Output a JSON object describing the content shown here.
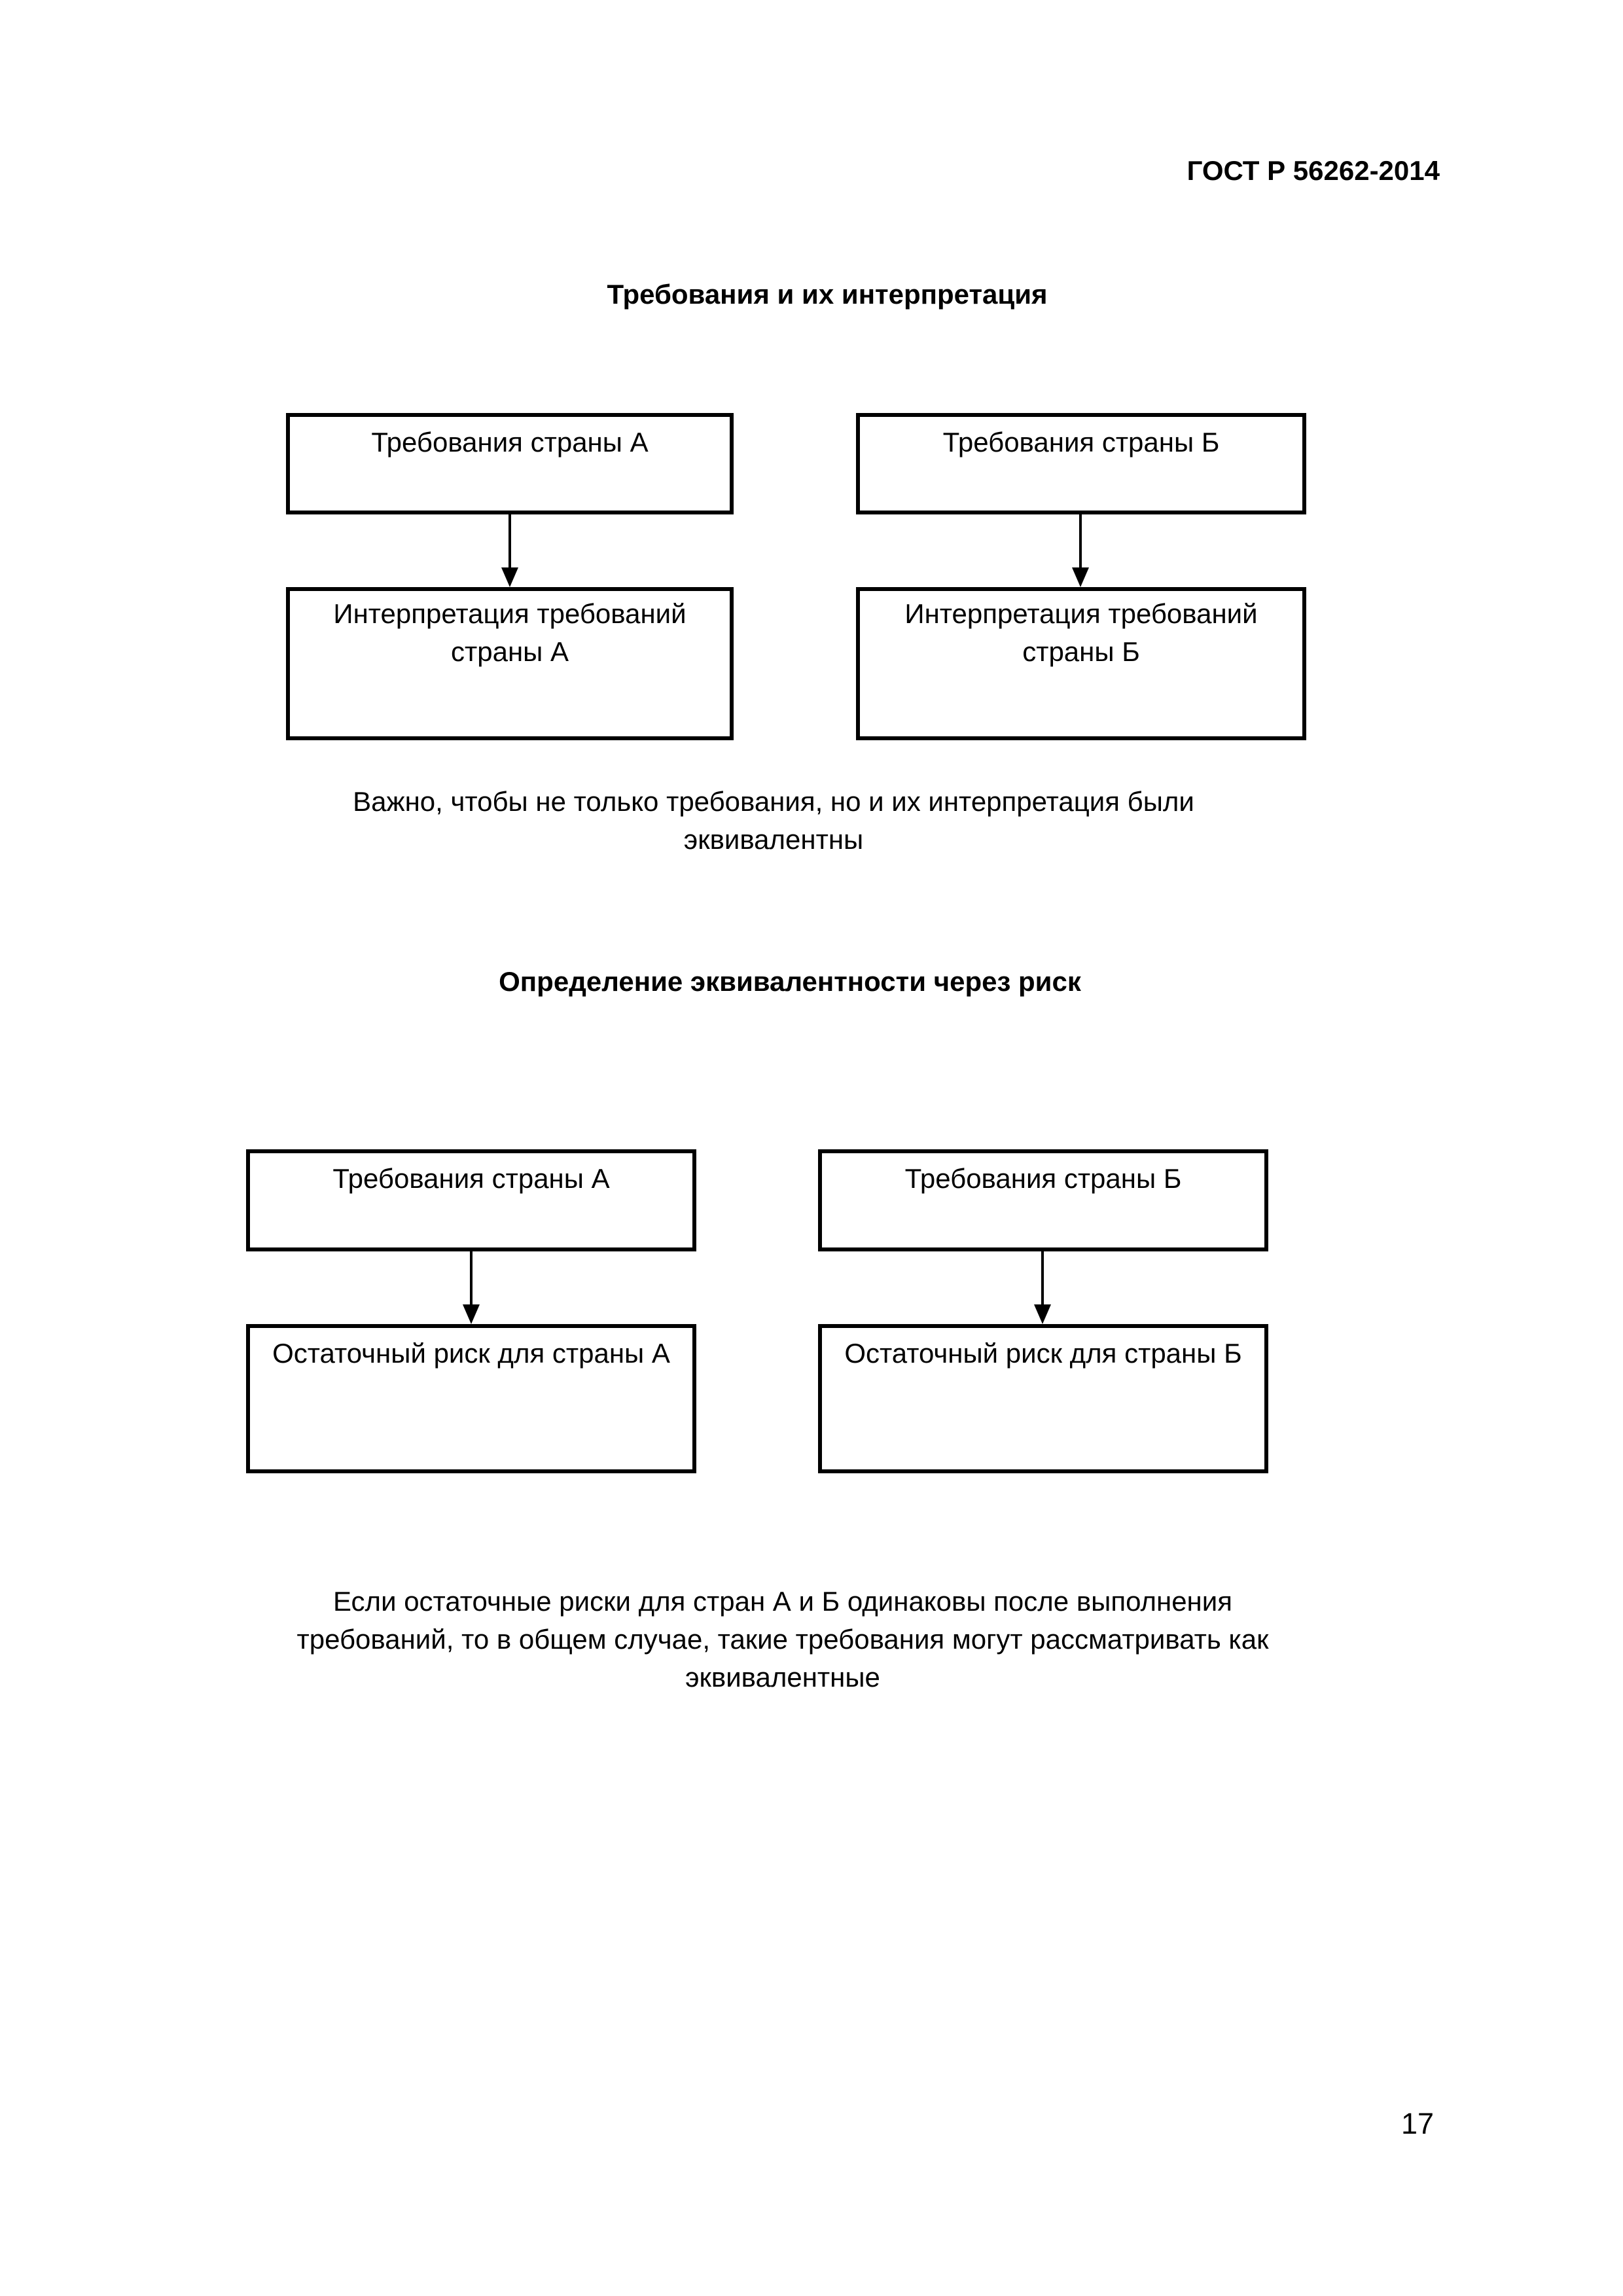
{
  "page": {
    "header": "ГОСТ Р 56262-2014",
    "page_number": "17"
  },
  "colors": {
    "text": "#000000",
    "background": "#ffffff",
    "box_border": "#000000"
  },
  "diagram1": {
    "title": "Требования и их интерпретация",
    "box_req_a": "Требования страны А",
    "box_req_b": "Требования страны Б",
    "box_interp_a_lines": [
      "Интерпретация требований",
      "страны А"
    ],
    "box_interp_b_lines": [
      "Интерпретация требований",
      "страны Б"
    ],
    "caption_lines": [
      "Важно, чтобы не только требования, но и их интерпретация были",
      "эквивалентны"
    ]
  },
  "diagram2": {
    "title": "Определение эквивалентности через риск",
    "box_req_a": "Требования страны А",
    "box_req_b": "Требования страны Б",
    "box_risk_a": "Остаточный риск для страны А",
    "box_risk_b": "Остаточный риск для страны Б",
    "caption_lines": [
      "Если остаточные риски для стран А и Б одинаковы после выполнения",
      "требований, то в общем случае, такие требования могут рассматривать как",
      "эквивалентные"
    ]
  }
}
